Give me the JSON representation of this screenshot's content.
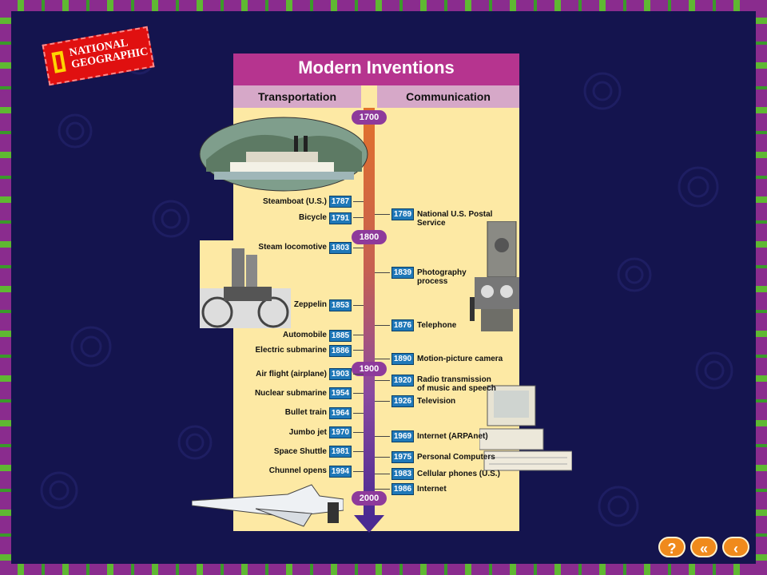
{
  "logo": {
    "line1": "NATIONAL",
    "line2": "GEOGRAPHIC"
  },
  "poster": {
    "title": "Modern Inventions",
    "left_header": "Transportation",
    "right_header": "Communication",
    "eras": [
      "1700",
      "1800",
      "1900",
      "2000"
    ],
    "transportation": [
      {
        "label": "Steamboat (U.S.)",
        "year": "1787"
      },
      {
        "label": "Bicycle",
        "year": "1791"
      },
      {
        "label": "Steam locomotive",
        "year": "1803"
      },
      {
        "label": "Zeppelin",
        "year": "1853"
      },
      {
        "label": "Automobile",
        "year": "1885"
      },
      {
        "label": "Electric submarine",
        "year": "1886"
      },
      {
        "label": "Air flight (airplane)",
        "year": "1903"
      },
      {
        "label": "Nuclear submarine",
        "year": "1954"
      },
      {
        "label": "Bullet train",
        "year": "1964"
      },
      {
        "label": "Jumbo jet",
        "year": "1970"
      },
      {
        "label": "Space Shuttle",
        "year": "1981"
      },
      {
        "label": "Chunnel opens",
        "year": "1994"
      }
    ],
    "communication": [
      {
        "label": "National U.S. Postal Service",
        "year": "1789"
      },
      {
        "label": "Photography process",
        "year": "1839"
      },
      {
        "label": "Telephone",
        "year": "1876"
      },
      {
        "label": "Motion-picture camera",
        "year": "1890"
      },
      {
        "label": "Radio transmission of music and speech",
        "year": "1920"
      },
      {
        "label": "Television",
        "year": "1926"
      },
      {
        "label": "Internet (ARPAnet)",
        "year": "1969"
      },
      {
        "label": "Personal Computers",
        "year": "1975"
      },
      {
        "label": "Cellular phones (U.S.)",
        "year": "1983"
      },
      {
        "label": "Internet",
        "year": "1986"
      }
    ]
  },
  "nav": {
    "help": "?",
    "first": "«",
    "back": "‹"
  },
  "colors": {
    "background": "#14144e",
    "banner": "#b6348f",
    "poster": "#fde9a4",
    "year_box": "#1f78b8",
    "nav_button": "#f08a1c"
  }
}
